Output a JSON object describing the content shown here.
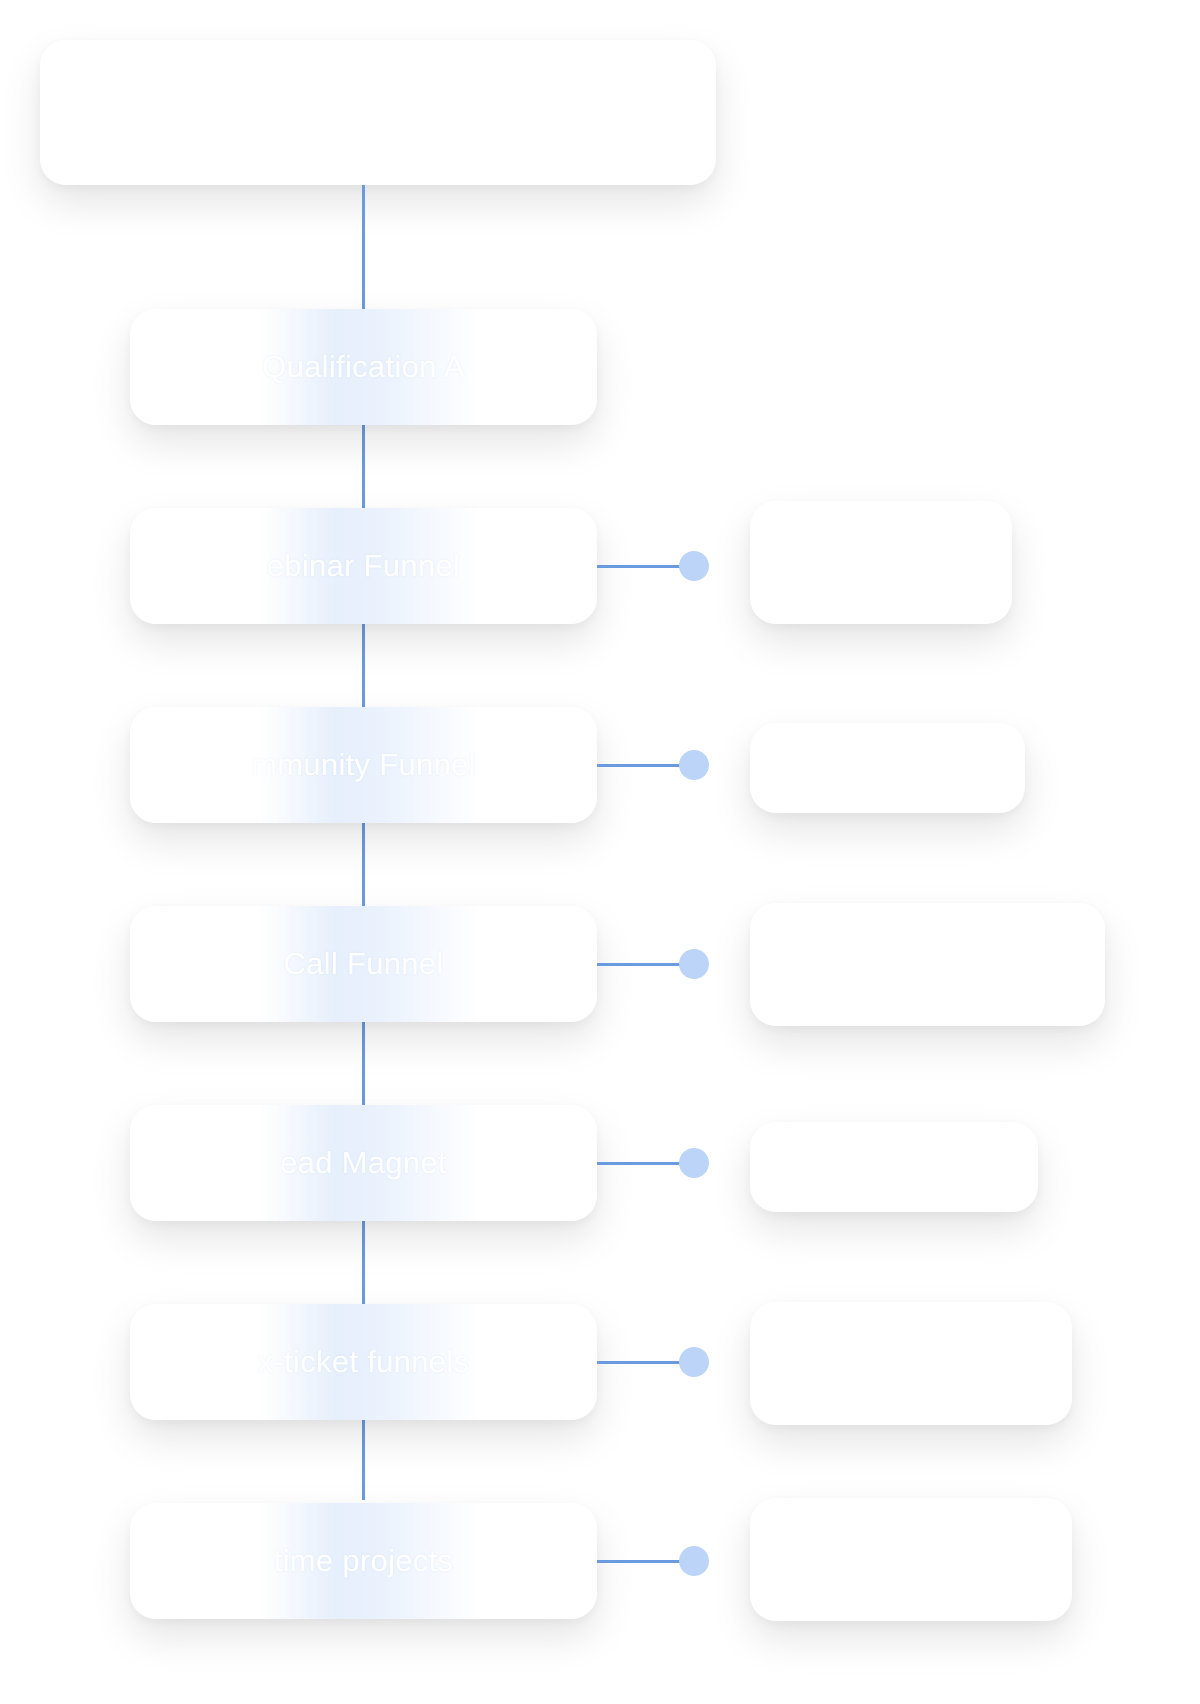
{
  "colors": {
    "line": "#6a9be0",
    "dot": "#bcd4f8",
    "highlight": "#e6effc"
  },
  "steps": [
    {
      "label": "Qualification A"
    },
    {
      "label": "ebinar Funnel"
    },
    {
      "label": "mmunity Funnel"
    },
    {
      "label": "Call Funnel"
    },
    {
      "label": "ead Magnet"
    },
    {
      "label": "x-ticket funnels"
    },
    {
      "label": "time projects"
    }
  ]
}
